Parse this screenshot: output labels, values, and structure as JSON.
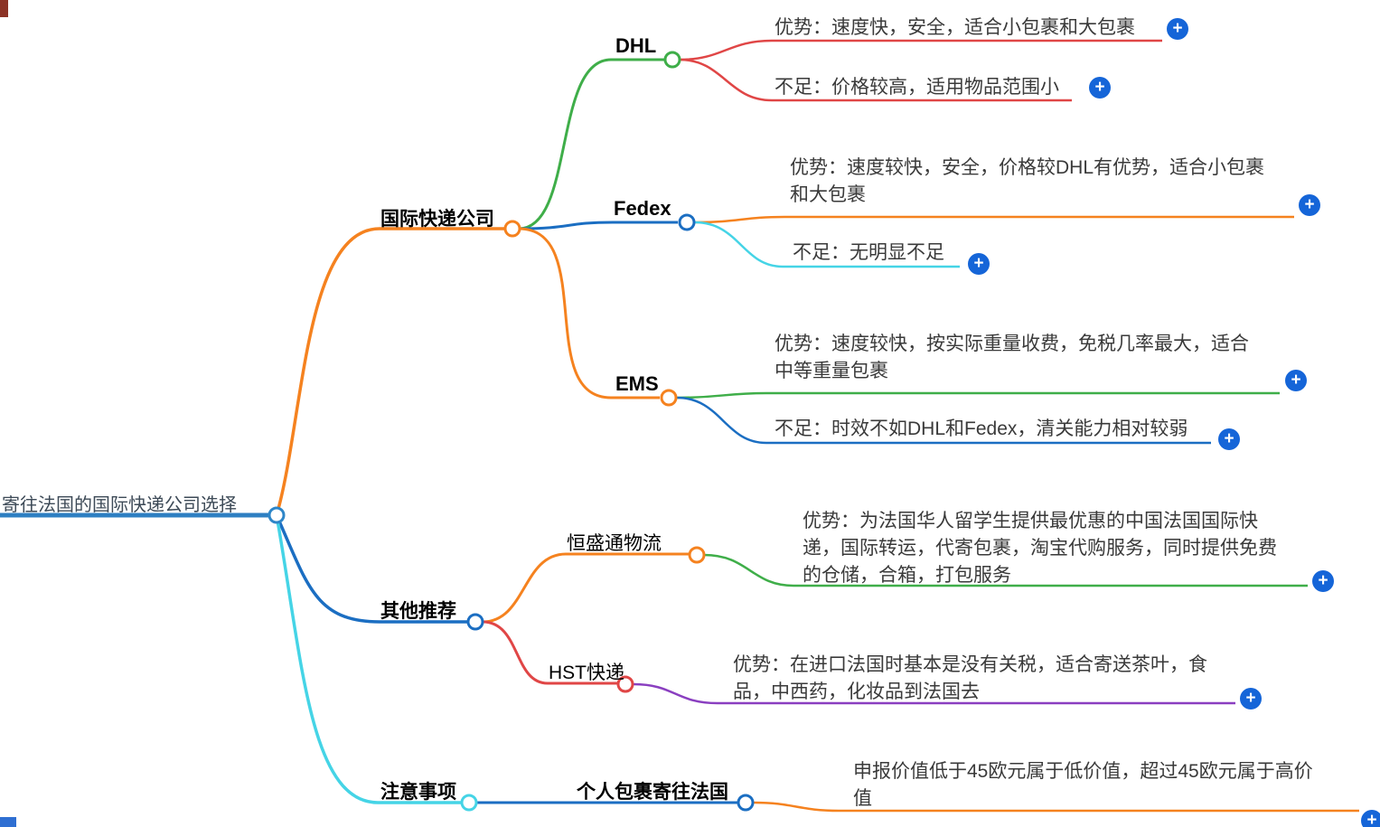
{
  "meta": {
    "plus": "+"
  },
  "root": {
    "label": "寄往法国的国际快递公司选择"
  },
  "branches": {
    "express": {
      "label": "国际快递公司",
      "dhl": {
        "label": "DHL",
        "adv": "优势：速度快，安全，适合小包裹和大包裹",
        "dis": "不足：价格较高，适用物品范围小"
      },
      "fedex": {
        "label": "Fedex",
        "adv": "优势：速度较快，安全，价格较DHL有优势，适合小包裹\n和大包裹",
        "dis": "不足：无明显不足"
      },
      "ems": {
        "label": "EMS",
        "adv": "优势：速度较快，按实际重量收费，免税几率最大，适合\n中等重量包裹",
        "dis": "不足：时效不如DHL和Fedex，清关能力相对较弱"
      }
    },
    "others": {
      "label": "其他推荐",
      "hengshengtong": {
        "label": "恒盛通物流",
        "adv": "优势：为法国华人留学生提供最优惠的中国法国国际快\n递，国际转运，代寄包裹，淘宝代购服务，同时提供免费\n的仓储，合箱，打包服务"
      },
      "hst": {
        "label": "HST快递",
        "adv": "优势：在进口法国时基本是没有关税，适合寄送茶叶，食\n品，中西药，化妆品到法国去"
      }
    },
    "notes": {
      "label": "注意事项",
      "personal": {
        "label": "个人包裹寄往法国",
        "note": "申报价值低于45欧元属于低价值，超过45欧元属于高价\n值"
      }
    }
  },
  "colors": {
    "orange": "#f5821f",
    "green": "#3fae49",
    "red": "#e04646",
    "blue": "#1b6ec2",
    "cyan": "#45d4e6",
    "purple": "#8a3fc0",
    "root_blue": "#2e7fc2",
    "plus_blue": "#1565d8"
  }
}
